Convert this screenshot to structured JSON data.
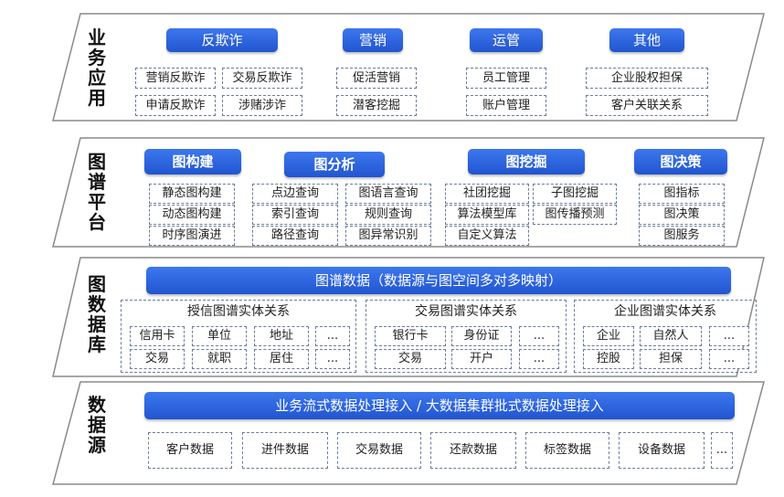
{
  "layers": {
    "app": {
      "title": [
        "业",
        "务",
        "应",
        "用"
      ],
      "groups": [
        {
          "header": "反欺诈",
          "items": [
            "营销反欺诈",
            "交易反欺诈",
            "申请反欺诈",
            "涉赌涉诈"
          ]
        },
        {
          "header": "营销",
          "items": [
            "促活营销",
            "潜客挖掘"
          ]
        },
        {
          "header": "运管",
          "items": [
            "员工管理",
            "账户管理"
          ]
        },
        {
          "header": "其他",
          "items": [
            "企业股权担保",
            "客户关联关系"
          ]
        }
      ]
    },
    "platform": {
      "title": [
        "图",
        "谱",
        "平",
        "台"
      ],
      "groups": [
        {
          "header": "图构建",
          "items": [
            "静态图构建",
            "动态图构建",
            "时序图演进"
          ]
        },
        {
          "header": "图分析",
          "items": [
            "点边查询",
            "图语言查询",
            "索引查询",
            "规则查询",
            "路径查询",
            "图异常识别"
          ]
        },
        {
          "header": "图挖掘",
          "items": [
            "社团挖掘",
            "子图挖掘",
            "算法模型库",
            "图传播预测",
            "自定义算法"
          ]
        },
        {
          "header": "图决策",
          "items": [
            "图指标",
            "图决策",
            "图服务"
          ]
        }
      ]
    },
    "database": {
      "title": [
        "图",
        "数",
        "据",
        "库"
      ],
      "header": "图谱数据（数据源与图空间多对多映射）",
      "groups": [
        {
          "title": "授信图谱实体关系",
          "items": [
            "信用卡",
            "单位",
            "地址",
            "...",
            "交易",
            "就职",
            "居住",
            "..."
          ]
        },
        {
          "title": "交易图谱实体关系",
          "items": [
            "银行卡",
            "身份证",
            "...",
            "交易",
            "开户",
            "..."
          ]
        },
        {
          "title": "企业图谱实体关系",
          "items": [
            "企业",
            "自然人",
            "...",
            "控股",
            "担保",
            "..."
          ]
        }
      ]
    },
    "source": {
      "title": [
        "数",
        "据",
        "源"
      ],
      "header": "业务流式数据处理接入 / 大数据集群批式数据处理接入",
      "items": [
        "客户数据",
        "进件数据",
        "交易数据",
        "还款数据",
        "标签数据",
        "设备数据",
        "..."
      ]
    }
  },
  "colors": {
    "header_blue": "#2b62dc",
    "frame": "#7a7a7a",
    "dashed_border": "#6a7c9c"
  }
}
